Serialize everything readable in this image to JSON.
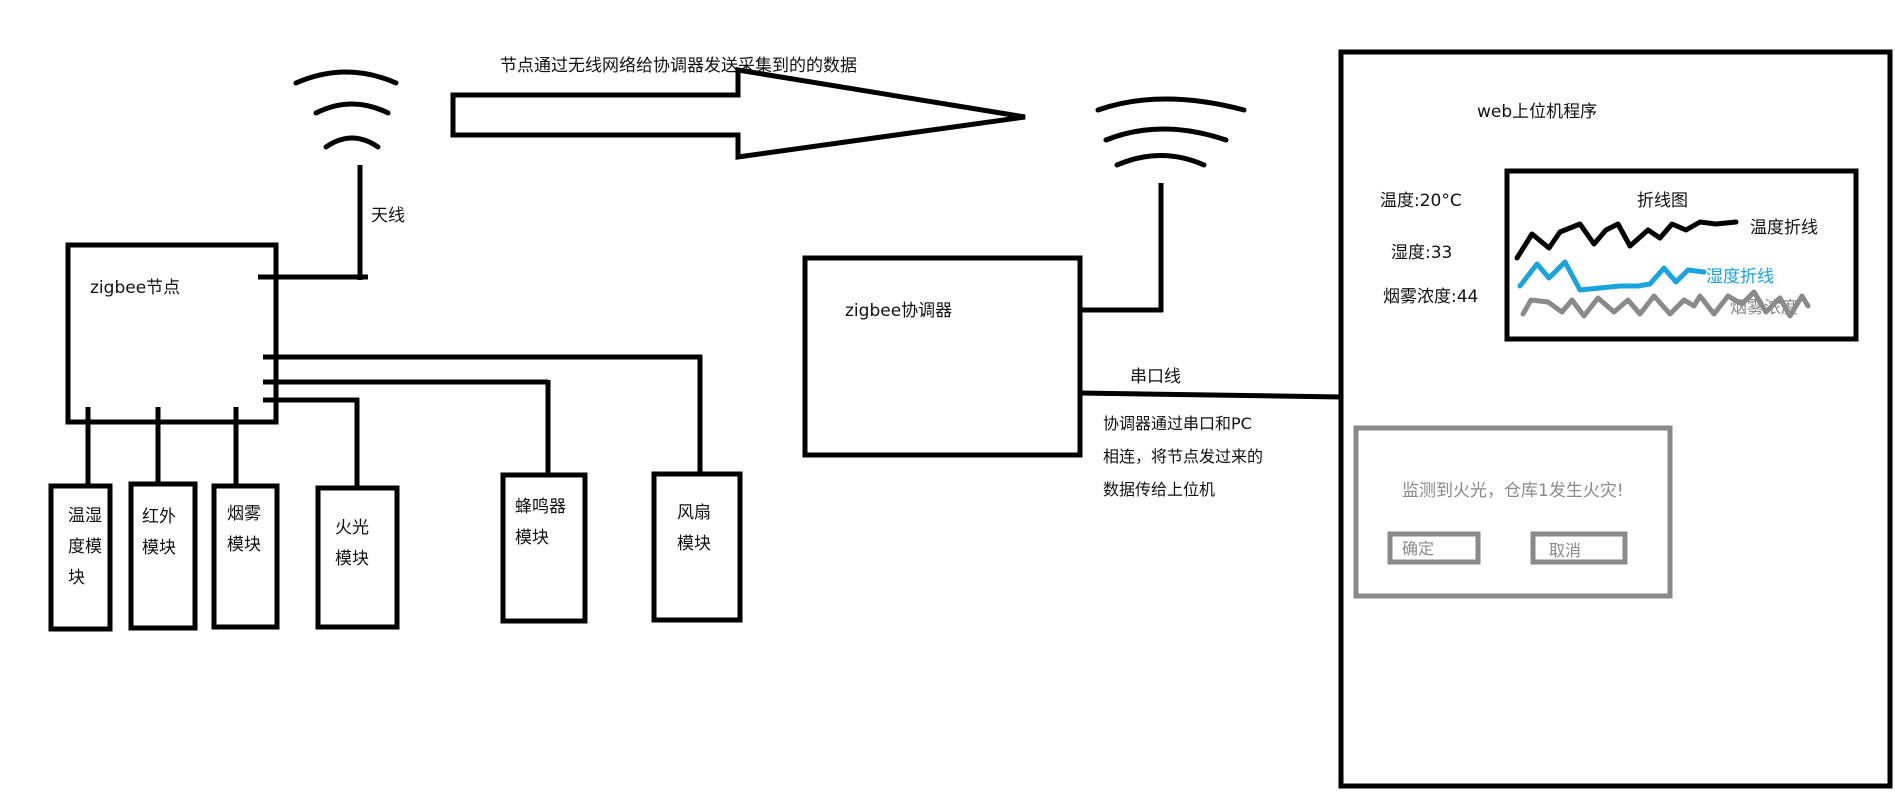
{
  "arrow": {
    "label": "节点通过无线网络给协调器发送采集到的的数据"
  },
  "node": {
    "title": "zigbee节点",
    "antenna_label": "天线",
    "modules": [
      {
        "lines": [
          "温湿",
          "度模",
          "块"
        ]
      },
      {
        "lines": [
          "红外",
          "模块"
        ]
      },
      {
        "lines": [
          "烟雾",
          "模块"
        ]
      },
      {
        "lines": [
          "火光",
          "模块"
        ]
      },
      {
        "lines": [
          "蜂鸣器",
          "模块"
        ]
      },
      {
        "lines": [
          "风扇",
          "模块"
        ]
      }
    ]
  },
  "coordinator": {
    "title": "zigbee协调器",
    "serial_label": "串口线",
    "description": [
      "协调器通过串口和PC",
      "相连，将节点发过来的",
      "数据传给上位机"
    ]
  },
  "web": {
    "title": "web上位机程序",
    "readings": {
      "temperature": "温度:20°C",
      "humidity": "湿度:33",
      "smoke": "烟雾浓度:44"
    },
    "chart": {
      "title": "折线图",
      "legend": {
        "temp": "温度折线",
        "humidity": "湿度折线",
        "smoke": "烟雾浓度"
      },
      "colors": {
        "temp": "#000000",
        "humidity": "#1aa3df",
        "smoke": "#8a8a8a"
      }
    },
    "alert": {
      "message": "监测到火光，仓库1发生火灾!",
      "confirm": "确定",
      "cancel": "取消"
    }
  }
}
